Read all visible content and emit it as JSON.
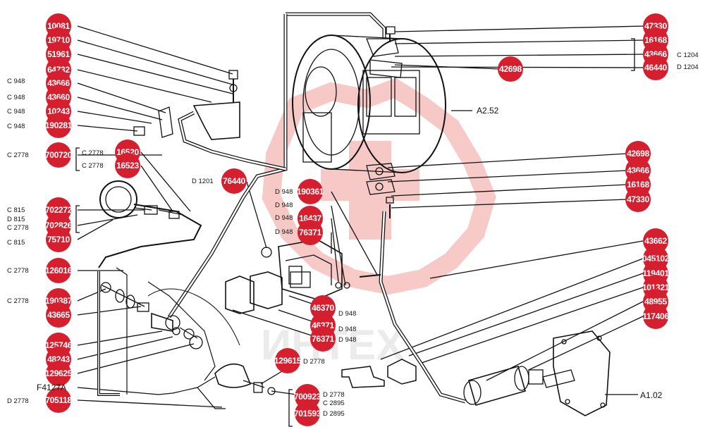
{
  "title": "",
  "colors": {
    "badge": "#d51f2f",
    "line": "#111111",
    "watermark": "#f4b7b4"
  },
  "badges": [
    {
      "id": "b1",
      "label": "10081"
    },
    {
      "id": "b2",
      "label": "19710"
    },
    {
      "id": "b3",
      "label": "51961"
    },
    {
      "id": "b4",
      "label": "64732"
    },
    {
      "id": "b5",
      "label": "43666"
    },
    {
      "id": "b6",
      "label": "43660"
    },
    {
      "id": "b7",
      "label": "10243"
    },
    {
      "id": "b8",
      "label": "190281"
    },
    {
      "id": "b9",
      "label": "700720"
    },
    {
      "id": "b10",
      "label": "16520"
    },
    {
      "id": "b11",
      "label": "16523"
    },
    {
      "id": "b12",
      "label": "702272"
    },
    {
      "id": "b13",
      "label": "702826"
    },
    {
      "id": "b14",
      "label": "75710"
    },
    {
      "id": "b15",
      "label": "126016"
    },
    {
      "id": "b16",
      "label": "190387"
    },
    {
      "id": "b17",
      "label": "43665"
    },
    {
      "id": "b18",
      "label": "125746"
    },
    {
      "id": "b19",
      "label": "48243"
    },
    {
      "id": "b20",
      "label": "129625"
    },
    {
      "id": "b21",
      "label": "705118"
    },
    {
      "id": "b22",
      "label": "76440"
    },
    {
      "id": "b23",
      "label": "190361"
    },
    {
      "id": "b24",
      "label": "16437"
    },
    {
      "id": "b25",
      "label": "76371"
    },
    {
      "id": "b26",
      "label": "46370"
    },
    {
      "id": "b27",
      "label": "46371"
    },
    {
      "id": "b28",
      "label": "76371"
    },
    {
      "id": "b29",
      "label": "129615"
    },
    {
      "id": "b30",
      "label": "700923"
    },
    {
      "id": "b31",
      "label": "701593"
    },
    {
      "id": "b32",
      "label": "47330"
    },
    {
      "id": "b33",
      "label": "16168"
    },
    {
      "id": "b34",
      "label": "43666"
    },
    {
      "id": "b35",
      "label": "46440"
    },
    {
      "id": "b36",
      "label": "42698"
    },
    {
      "id": "b37",
      "label": "42698"
    },
    {
      "id": "b38",
      "label": "43666"
    },
    {
      "id": "b39",
      "label": "16168"
    },
    {
      "id": "b40",
      "label": "47330"
    },
    {
      "id": "b41",
      "label": "43662"
    },
    {
      "id": "b42",
      "label": "045102"
    },
    {
      "id": "b43",
      "label": "119401"
    },
    {
      "id": "b44",
      "label": "101321"
    },
    {
      "id": "b45",
      "label": "48955"
    },
    {
      "id": "b46",
      "label": "117406"
    }
  ],
  "codes": [
    {
      "id": "c1",
      "text": "C 948"
    },
    {
      "id": "c2",
      "text": "C 948"
    },
    {
      "id": "c3",
      "text": "C 948"
    },
    {
      "id": "c4",
      "text": "C 948"
    },
    {
      "id": "c5",
      "text": "C 2778"
    },
    {
      "id": "c6",
      "text": "C 2778"
    },
    {
      "id": "c7",
      "text": "C 2778"
    },
    {
      "id": "c8",
      "text": "C 815"
    },
    {
      "id": "c9",
      "text": "D 815"
    },
    {
      "id": "c10",
      "text": "C 2778"
    },
    {
      "id": "c11",
      "text": "C 815"
    },
    {
      "id": "c12",
      "text": "C 2778"
    },
    {
      "id": "c13",
      "text": "C 2778"
    },
    {
      "id": "c14",
      "text": "D 2778"
    },
    {
      "id": "c15",
      "text": "D 1201"
    },
    {
      "id": "c16",
      "text": "D 948"
    },
    {
      "id": "c17",
      "text": "D 948"
    },
    {
      "id": "c18",
      "text": "D 948"
    },
    {
      "id": "c19",
      "text": "D 948"
    },
    {
      "id": "c20",
      "text": "D 948"
    },
    {
      "id": "c21",
      "text": "D 948"
    },
    {
      "id": "c22",
      "text": "D 948"
    },
    {
      "id": "c23",
      "text": "D 2778"
    },
    {
      "id": "c24",
      "text": "D 2778"
    },
    {
      "id": "c25",
      "text": "C 2895"
    },
    {
      "id": "c26",
      "text": "D 2895"
    },
    {
      "id": "c27",
      "text": "C 1204"
    },
    {
      "id": "c28",
      "text": "D 1204"
    }
  ],
  "callouts": [
    {
      "id": "t1",
      "text": "A2.52"
    },
    {
      "id": "t2",
      "text": "A1.02"
    },
    {
      "id": "t3",
      "text": "F4127A"
    }
  ]
}
